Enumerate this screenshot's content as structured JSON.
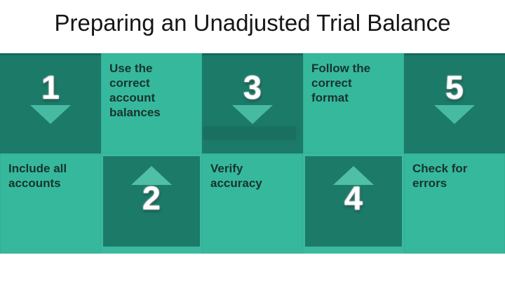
{
  "slide": {
    "title": "Preparing an Unadjusted Trial Balance"
  },
  "colors": {
    "background": "#ffffff",
    "dark_cell": "#1c7a69",
    "light_cell": "#36b89d",
    "cell_seam": "#3ab99e",
    "arrow": "#46bba1",
    "number_text": "#ffffff",
    "label_text": "#17342c",
    "title_text": "#161616"
  },
  "steps": [
    {
      "number": "1",
      "label": "Include all accounts",
      "number_position": "top",
      "arrow_direction": "down"
    },
    {
      "number": "2",
      "label": "Use the correct account balances",
      "number_position": "bottom",
      "arrow_direction": "up"
    },
    {
      "number": "3",
      "label": "Verify accuracy",
      "number_position": "top",
      "arrow_direction": "down"
    },
    {
      "number": "4",
      "label": "Follow the correct format",
      "number_position": "bottom",
      "arrow_direction": "up"
    },
    {
      "number": "5",
      "label": "Check for errors",
      "number_position": "top",
      "arrow_direction": "down"
    }
  ]
}
